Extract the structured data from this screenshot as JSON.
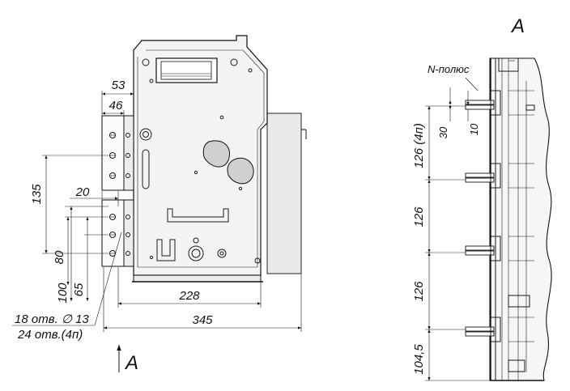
{
  "left_view": {
    "dims": {
      "d53": "53",
      "d46": "46",
      "d135": "135",
      "d20": "20",
      "d80": "80",
      "d100": "100",
      "d65": "65",
      "d228": "228",
      "d345": "345"
    },
    "holes_note": "18 отв. ∅ 13",
    "holes_note2": "24 отв.(4п)",
    "view_arrow_label": "A"
  },
  "right_view": {
    "title": "A",
    "n_pole_label": "N-полюс",
    "dims": {
      "d30": "30",
      "d10": "10",
      "d126a": "126 (4п)",
      "d126b": "126",
      "d126c": "126",
      "d104": "104,5"
    }
  }
}
